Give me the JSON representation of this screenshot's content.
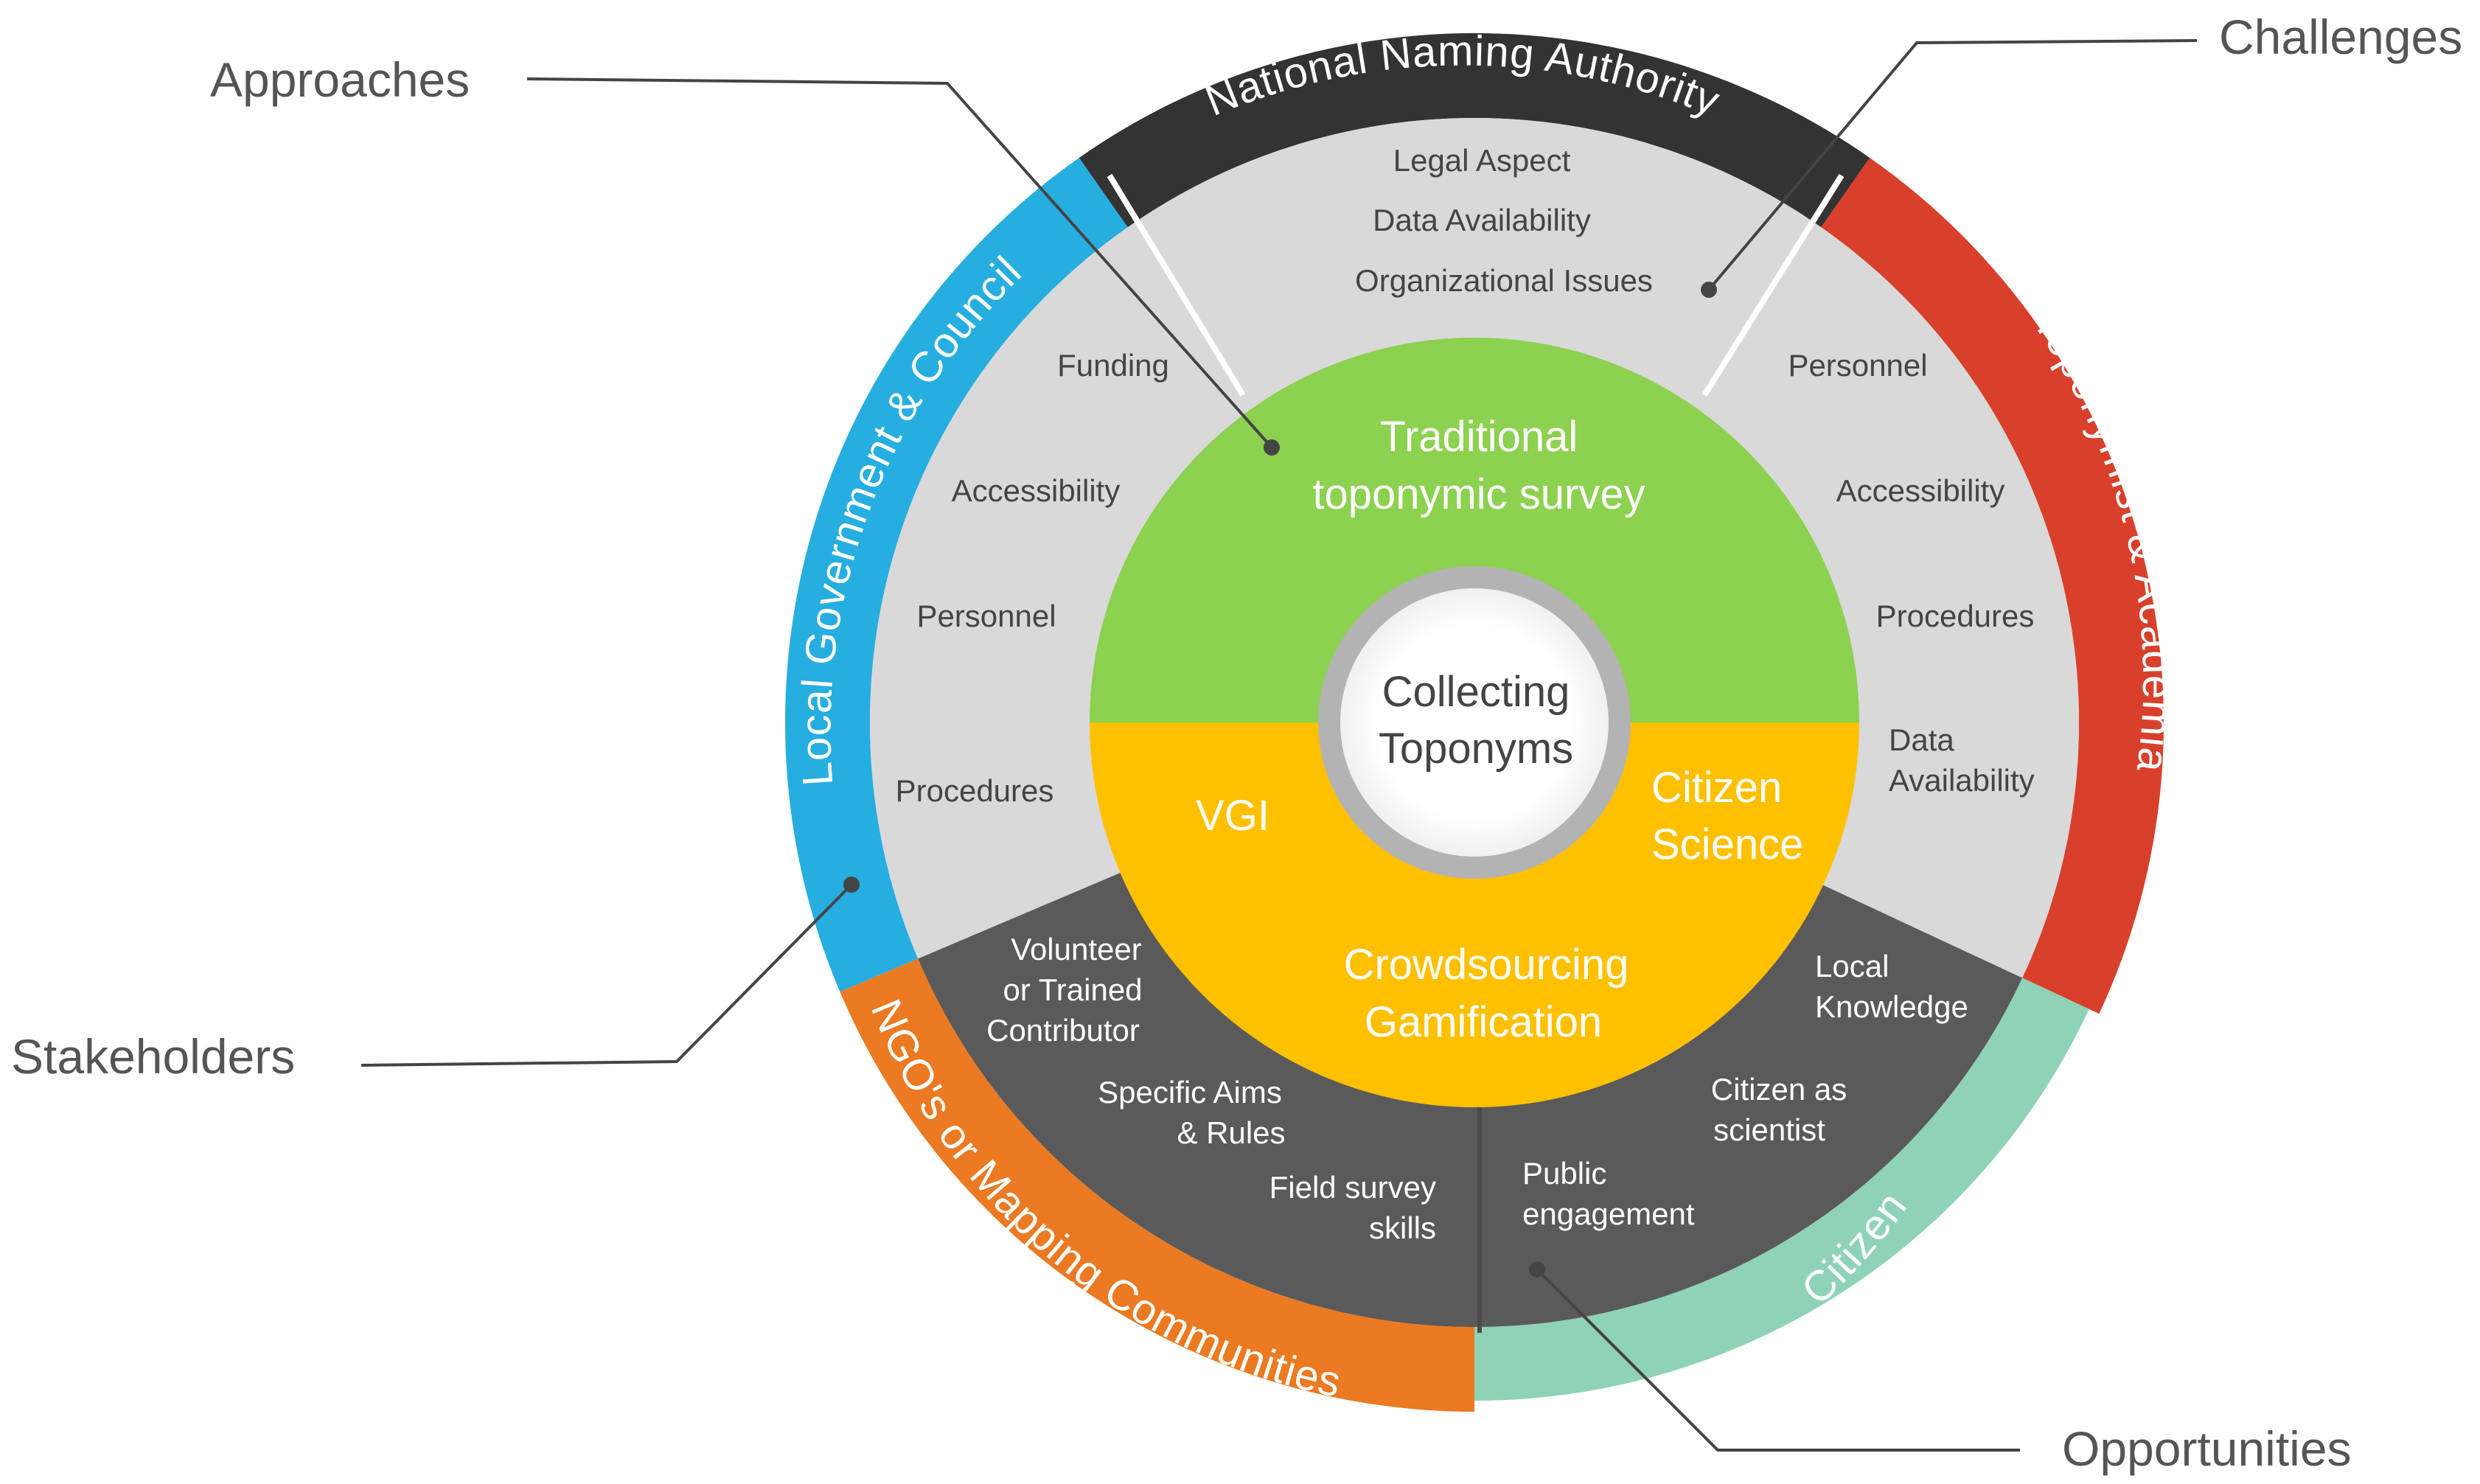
{
  "callouts": {
    "approaches": "Approaches",
    "challenges": "Challenges",
    "stakeholders": "Stakeholders",
    "opportunities": "Opportunities"
  },
  "stakeholders": {
    "national": "National Naming Authority",
    "toponymist": "Toponymist & Academia",
    "citizen": "Citizen",
    "ngo": "NGO's or Mapping Communities",
    "local_gov": "Local Government & Council"
  },
  "challenges": {
    "top": [
      "Legal Aspect",
      "Data Availability",
      "Organizational Issues"
    ],
    "left": [
      "Funding",
      "Accessibility",
      "Personnel",
      "Procedures"
    ],
    "right": [
      "Personnel",
      "Accessibility",
      "Procedures"
    ],
    "right_data_availability": [
      "Data",
      "Availability"
    ]
  },
  "opportunities": {
    "volunteer": [
      "Volunteer",
      "or Trained",
      "Contributor"
    ],
    "specific_aims": [
      "Specific Aims",
      "& Rules"
    ],
    "field_survey": [
      "Field survey",
      "skills"
    ],
    "local_knowledge": [
      "Local",
      "Knowledge"
    ],
    "citizen_scientist": [
      "Citizen as",
      "scientist"
    ],
    "public_engagement": [
      "Public",
      "engagement"
    ]
  },
  "approaches": {
    "traditional": [
      "Traditional",
      "toponymic survey"
    ],
    "vgi": "VGI",
    "citizen_science": [
      "Citizen",
      "Science"
    ],
    "crowdsourcing": [
      "Crowdsourcing",
      "Gamification"
    ]
  },
  "center": [
    "Collecting",
    "Toponyms"
  ],
  "colors": {
    "national": "#333333",
    "toponymist": "#d9402b",
    "citizen": "#8fd3b6",
    "ngo": "#eb7a22",
    "local_gov": "#27aee0",
    "challenge_band": "#d9d9d9",
    "opportunity_band": "#5a5a5a",
    "traditional": "#8cd14f",
    "gamification": "#ffc000",
    "center_ring": "#b3b3b3"
  }
}
